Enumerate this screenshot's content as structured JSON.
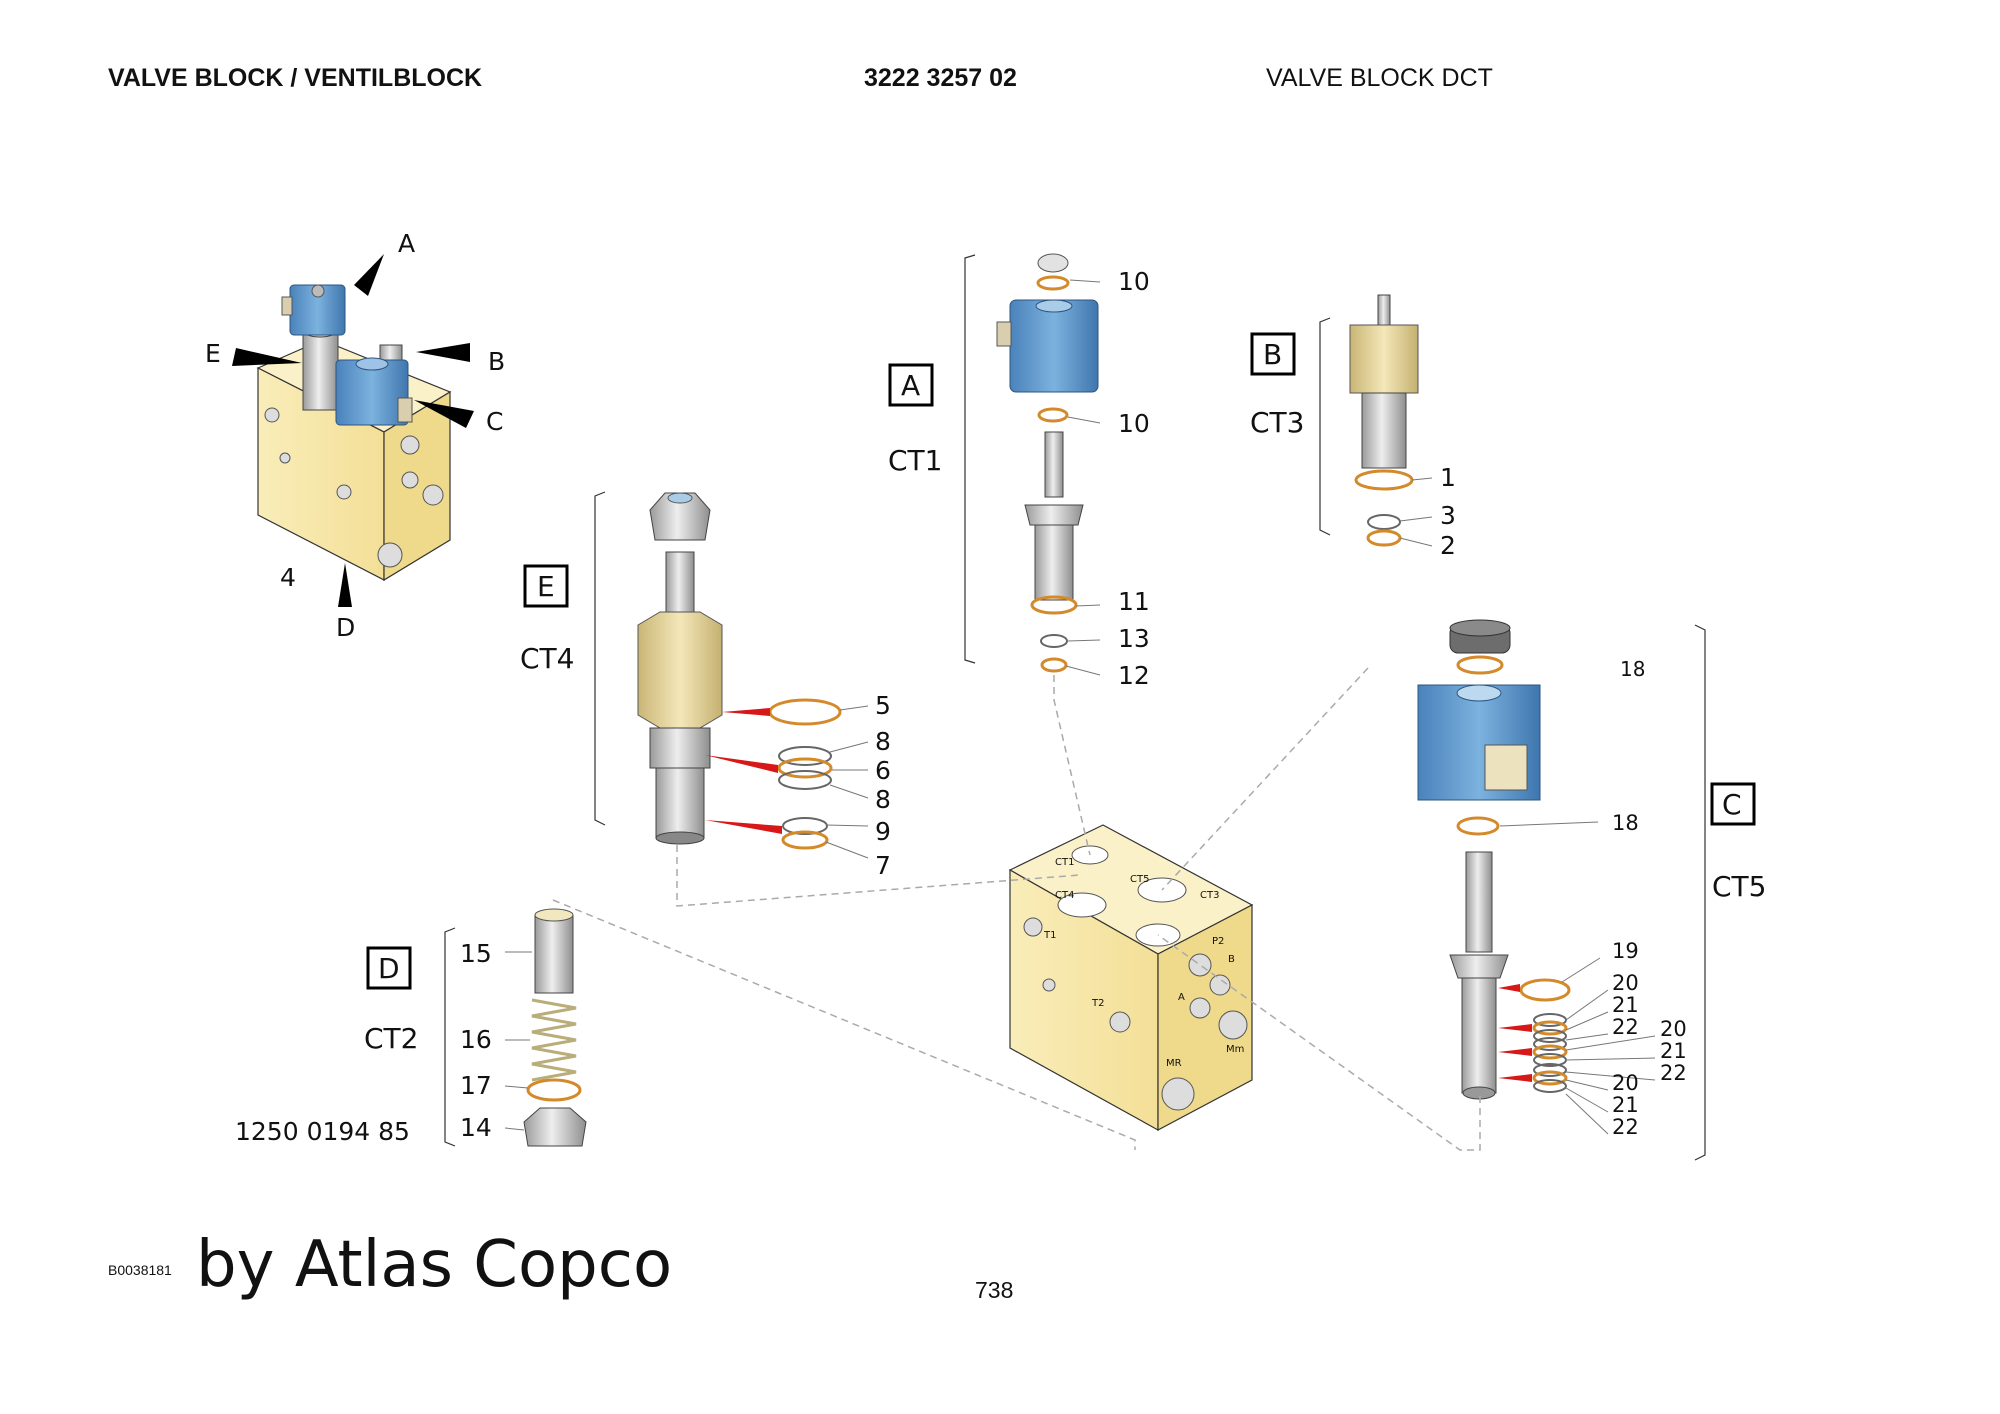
{
  "header": {
    "title": "VALVE BLOCK / VENTILBLOCK",
    "part_number": "3222 3257 02",
    "subtitle": "VALVE BLOCK DCT"
  },
  "callouts": {
    "overview": [
      "A",
      "B",
      "C",
      "D",
      "E",
      "4"
    ],
    "groups": {
      "A": {
        "letter": "A",
        "cartridge": "CT1",
        "items": [
          "10",
          "10",
          "11",
          "13",
          "12"
        ]
      },
      "B": {
        "letter": "B",
        "cartridge": "CT3",
        "items": [
          "1",
          "3",
          "2"
        ]
      },
      "C": {
        "letter": "C",
        "cartridge": "CT5",
        "items": [
          "18",
          "18",
          "19",
          "20",
          "21",
          "22",
          "20",
          "21",
          "22",
          "20",
          "21",
          "22"
        ]
      },
      "D": {
        "letter": "D",
        "cartridge": "CT2",
        "items": [
          "15",
          "16",
          "17",
          "14"
        ],
        "kit_number": "1250 0194 85"
      },
      "E": {
        "letter": "E",
        "cartridge": "CT4",
        "items": [
          "5",
          "8",
          "6",
          "8",
          "9",
          "7"
        ]
      }
    },
    "block_ports": [
      "CT1",
      "CT4",
      "CT3",
      "CT5",
      "T1",
      "T2",
      "A",
      "B",
      "P2",
      "MR",
      "Mm"
    ]
  },
  "footer": {
    "drawing_id": "B0038181",
    "brand": "by Atlas Copco",
    "page_number": "738"
  },
  "colors": {
    "block": "#f7e7a6",
    "solenoid": "#5b95c9",
    "brass": "#e8d79a",
    "oring": "#d48a2a",
    "pointer": "#d81818"
  }
}
